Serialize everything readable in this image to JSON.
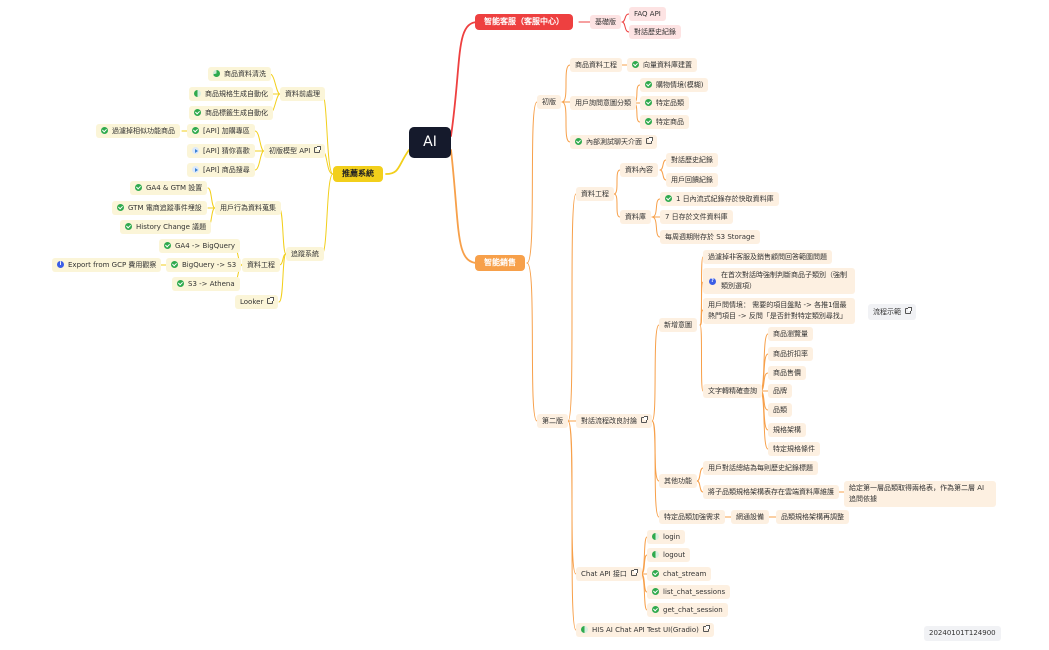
{
  "root": {
    "label": "AI"
  },
  "service": {
    "title": "智能客服（客服中心）",
    "basic": "基礎版",
    "faq": "FAQ API",
    "history": "對話歷史紀錄"
  },
  "recommend": {
    "title": "推薦系統",
    "preprocess": {
      "label": "資料前處理",
      "items": [
        "商品資料清洗",
        "商品規格生成自動化",
        "商品標籤生成自動化"
      ]
    },
    "model": {
      "label": "初版模型 API",
      "items": [
        "[API] 加購專區",
        "[API] 猜你喜歡",
        "[API] 商品搜尋"
      ],
      "filter": "過濾掉相似功能商品"
    },
    "tracking": {
      "label": "追蹤系統",
      "collect": {
        "label": "用戶行為資料蒐集",
        "items": [
          "GA4 & GTM 設置",
          "GTM 電商追蹤事件埋設",
          "History Change 議題"
        ]
      },
      "eng": {
        "label": "資料工程",
        "items": [
          "GA4 -> BigQuery",
          "BigQuery -> S3",
          "S3 -> Athena"
        ],
        "export": "Export from GCP 費用觀察"
      },
      "looker": "Looker"
    }
  },
  "sales": {
    "title": "智能銷售",
    "v1": {
      "label": "初版",
      "product_eng": "商品資料工程",
      "vector_db": "向量資料庫建置",
      "intent": "用戶詢問意圖分類",
      "intent_items": [
        "購物情境(模糊)",
        "特定品類",
        "特定商品"
      ],
      "internal_test": "內部測試聊天介面"
    },
    "v2": {
      "label": "第二版",
      "data_eng": "資料工程",
      "content": "資料內容",
      "content_items": [
        "對話歷史紀錄",
        "用戶回饋紀錄"
      ],
      "db": "資料庫",
      "db_items": [
        "1 日內流式紀錄存於快取資料庫",
        "7 日存於文件資料庫",
        "每周週期附存於 S3 Storage"
      ],
      "flow": "對話流程改良討論",
      "new_intent": "新增意圖",
      "intent_items": [
        "過濾掉非客服及銷售顧問回答範圍問題",
        "在首次對話時強制判斷商品子類別（強制類別選項）",
        "用戶問情境： 需要的項目盤點 -> 各推1個最熱門項目 -> 反問「是否針對特定類別尋找」"
      ],
      "flow_demo": "流程示範",
      "text2query": "文字轉精確查詢",
      "query_items": [
        "商品瀏覽量",
        "商品折扣率",
        "商品售價",
        "品牌",
        "品類",
        "規格架構",
        "特定規格條件"
      ],
      "other": "其他功能",
      "other_items": [
        "用戶對話總結為每則歷史紀錄標題",
        "將子品類規格架構表存在雲端資料庫維護"
      ],
      "other_note": "給定第一層品類取得兩格表，作為第二層 AI 追問依據",
      "special": "特定品類加強需求",
      "network": "網通設備",
      "spec_adjust": "品類規格架構再調整",
      "chat_api": "Chat API 接口",
      "api_items": [
        "login",
        "logout",
        "chat_stream",
        "list_chat_sessions",
        "get_chat_session"
      ],
      "test_ui": "HIS AI Chat API Test UI(Gradio)"
    }
  },
  "timestamp": "20240101T124900",
  "colors": {
    "red": "#ee4040",
    "orange": "#f7a04a",
    "yellow": "#f2cf1b",
    "root": "#151a2c"
  }
}
